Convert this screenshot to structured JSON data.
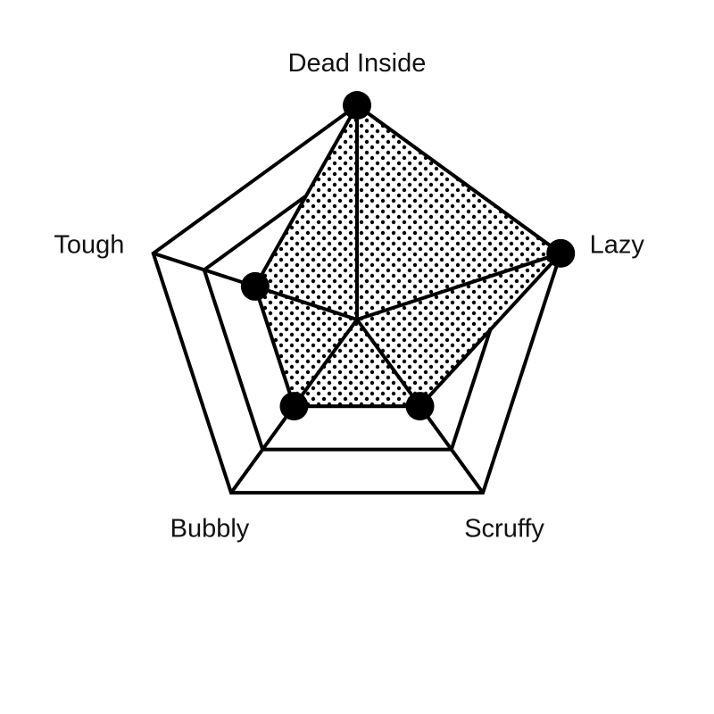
{
  "chart_data": {
    "type": "radar",
    "axes": [
      "Dead Inside",
      "Lazy",
      "Scruffy",
      "Bubbly",
      "Tough"
    ],
    "series": [
      {
        "values": [
          4,
          4,
          2,
          2,
          2
        ]
      }
    ],
    "rlim": [
      0,
      4
    ],
    "grid_levels": [
      1,
      2,
      3,
      4
    ],
    "grid": true,
    "fill": "dotted",
    "colors": {
      "stroke": "#000000",
      "fill_dot": "#000000",
      "background": "#ffffff"
    }
  }
}
